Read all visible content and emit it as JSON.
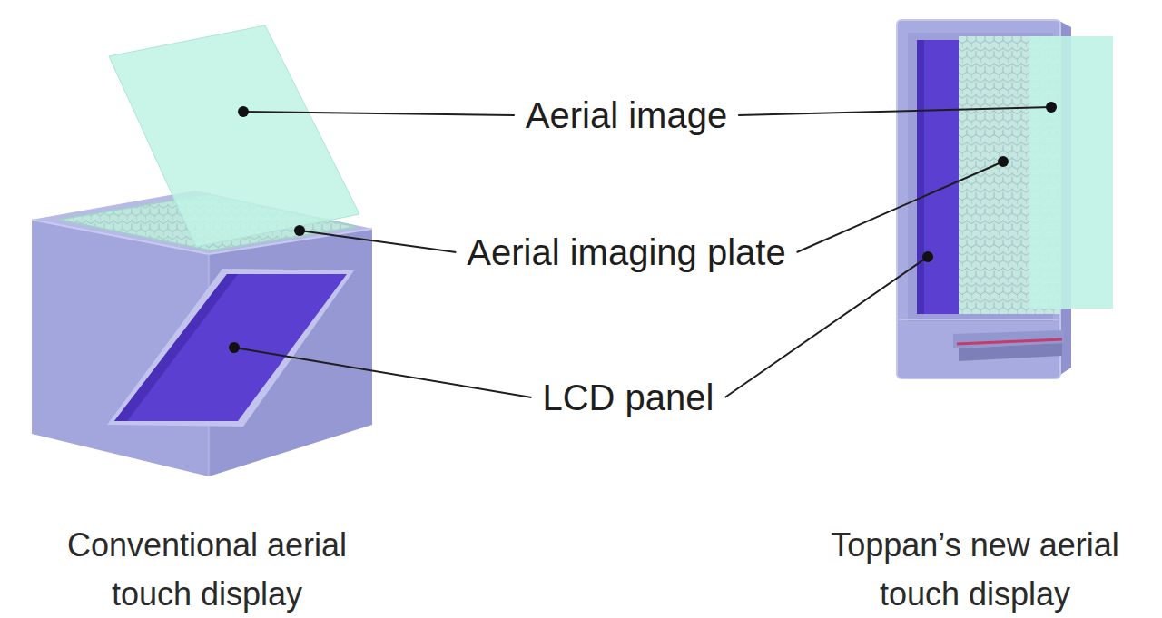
{
  "diagram": {
    "labels": [
      "Aerial image",
      "Aerial imaging plate",
      "LCD panel",
      "Conventional aerial touch display",
      "Toppan’s new aerial touch display"
    ]
  }
}
